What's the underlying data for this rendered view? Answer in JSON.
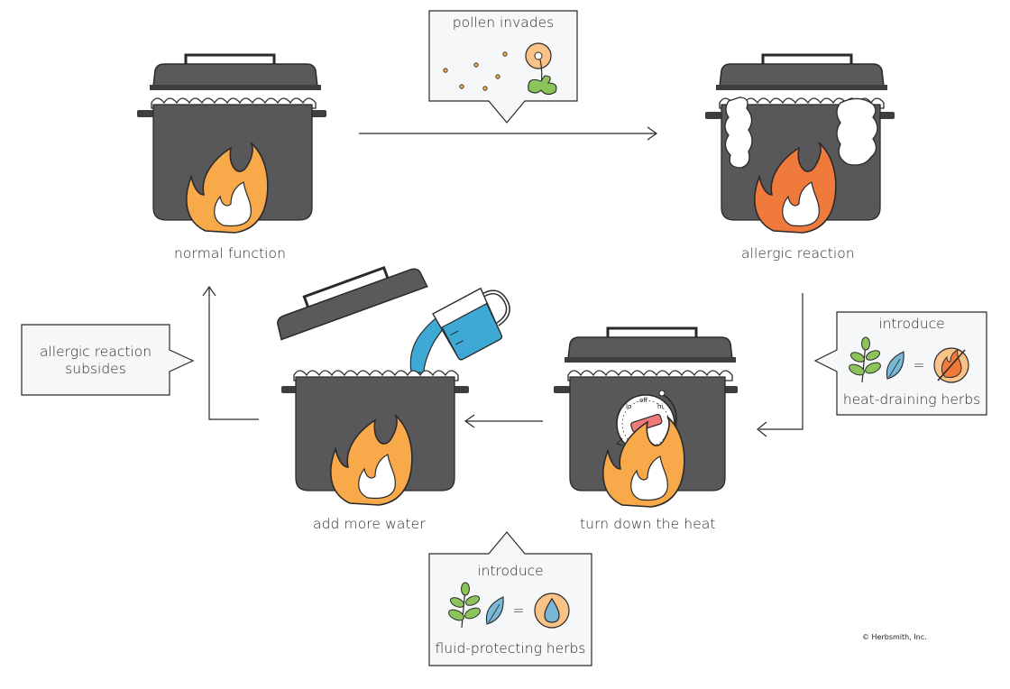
{
  "labels": {
    "normal_function": "normal function",
    "allergic_reaction": "allergic reaction",
    "turn_down_heat": "turn down the heat",
    "add_more_water": "add more water"
  },
  "callouts": {
    "pollen": "pollen invades",
    "heat_title": "introduce",
    "heat_caption": "heat-draining herbs",
    "fluid_title": "introduce",
    "fluid_caption": "fluid-protecting herbs",
    "subsides_line1": "allergic reaction",
    "subsides_line2": "subsides"
  },
  "dial": {
    "lo": "lo",
    "off": "off",
    "hi": "hi"
  },
  "equals": "=",
  "copyright": "© Herbsmith, Inc.",
  "colors": {
    "pot": "#58585a",
    "lid": "#5a5a5c",
    "flame_orange": "#f8a94a",
    "flame_hot": "#f07a3c",
    "water": "#3fa9d6",
    "herb_green": "#8cc35a",
    "herb_blue": "#7ab8d8",
    "circle_peach": "#f9c387",
    "box_bg": "#f6f7f8"
  },
  "icons": [
    "stock-pot-icon",
    "flame-icon",
    "pollen-flower-icon",
    "leaf-sprig-icon",
    "blue-leaf-icon",
    "no-fire-icon",
    "water-drop-icon",
    "heat-dial-icon",
    "measuring-cup-icon"
  ]
}
